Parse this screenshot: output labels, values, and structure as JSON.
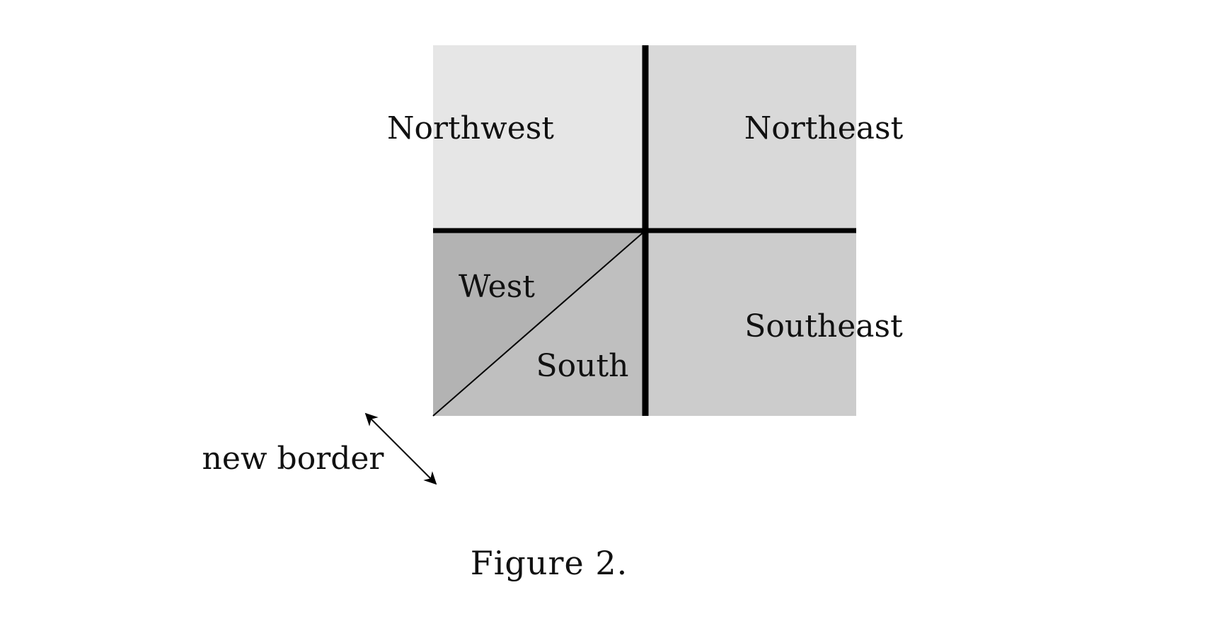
{
  "diagram": {
    "regions": {
      "northwest": {
        "label": "Northwest",
        "fill": "#e6e6e6"
      },
      "northeast": {
        "label": "Northeast",
        "fill": "#d9d9d9"
      },
      "west": {
        "label": "West",
        "fill": "#b3b3b3"
      },
      "south": {
        "label": "South",
        "fill": "#bfbfbf"
      },
      "southeast": {
        "label": "Southeast",
        "fill": "#cccccc"
      }
    },
    "border_color": "#000000",
    "arrow": {
      "label": "new border"
    },
    "caption": "Figure 2."
  }
}
